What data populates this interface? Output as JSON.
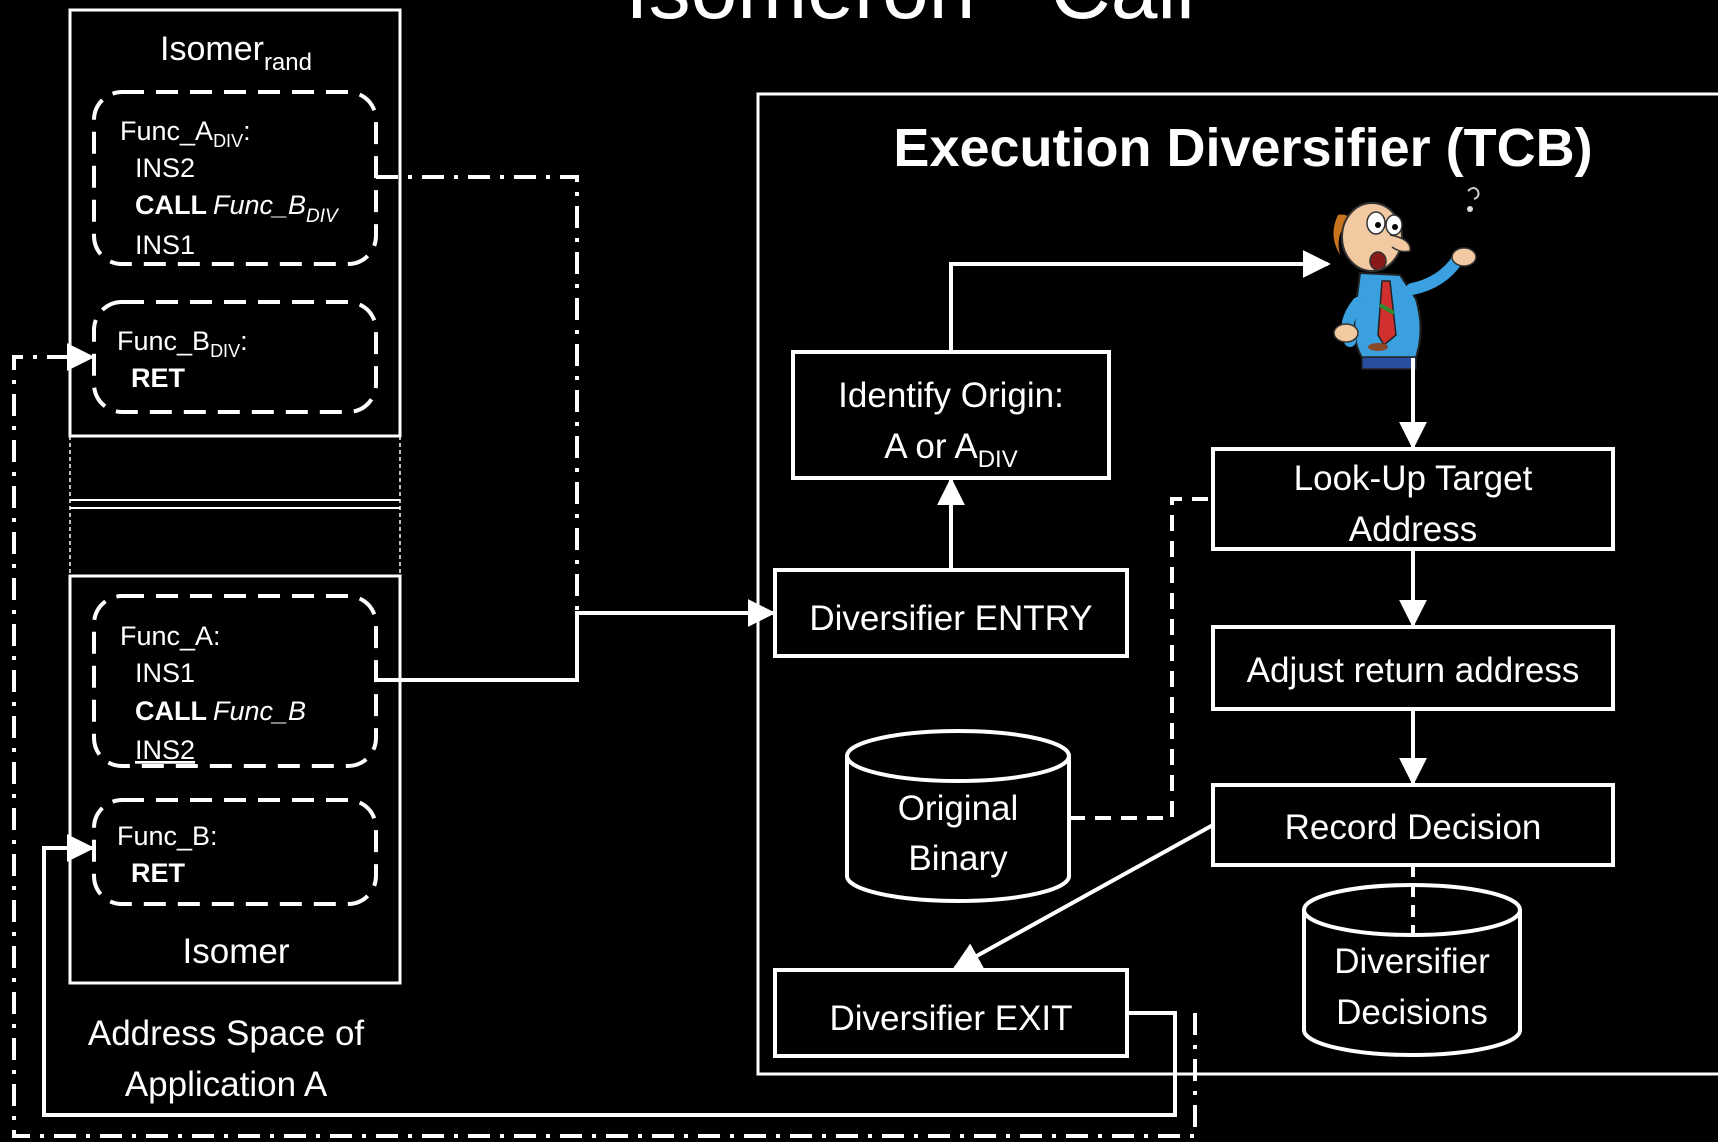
{
  "title": "Isomeron - Call",
  "left_panel": {
    "isomer_rand_label": {
      "main": "Isomer",
      "sub": "rand"
    },
    "func_a_div": {
      "label_main": "Func_A",
      "label_sub": "DIV",
      "label_colon": ":",
      "ins2": "INS2",
      "call_keyword": "CALL",
      "call_target_main": "Func_B",
      "call_target_sub": "DIV",
      "ins1": "INS1"
    },
    "func_b_div": {
      "label_main": "Func_B",
      "label_sub": "DIV",
      "label_colon": ":",
      "ret": "RET"
    },
    "func_a": {
      "label": "Func_A:",
      "ins1": "INS1",
      "call_keyword": "CALL",
      "call_target": "Func_B",
      "ins2": "INS2"
    },
    "func_b": {
      "label": "Func_B:",
      "ret": "RET"
    },
    "isomer_label": "Isomer",
    "address_space_line1": "Address Space of",
    "address_space_line2": "Application A"
  },
  "tcb": {
    "title": "Execution Diversifier (TCB)",
    "identify_origin_line1": "Identify Origin:",
    "identify_origin_line2_main": "A or A",
    "identify_origin_line2_sub": "DIV",
    "diversifier_entry": "Diversifier ENTRY",
    "original_binary_line1": "Original",
    "original_binary_line2": "Binary",
    "lookup_line1": "Look-Up Target",
    "lookup_line2": "Address",
    "adjust_return": "Adjust return address",
    "record_decision": "Record Decision",
    "decisions_line1": "Diversifier",
    "decisions_line2": "Decisions",
    "diversifier_exit": "Diversifier EXIT"
  },
  "icons": {
    "person": "confused-man-cartoon-icon"
  },
  "colors": {
    "background": "#000000",
    "foreground": "#ffffff",
    "tie": "#d03030",
    "shirt": "#3aa0e0",
    "hair": "#c8741e"
  }
}
